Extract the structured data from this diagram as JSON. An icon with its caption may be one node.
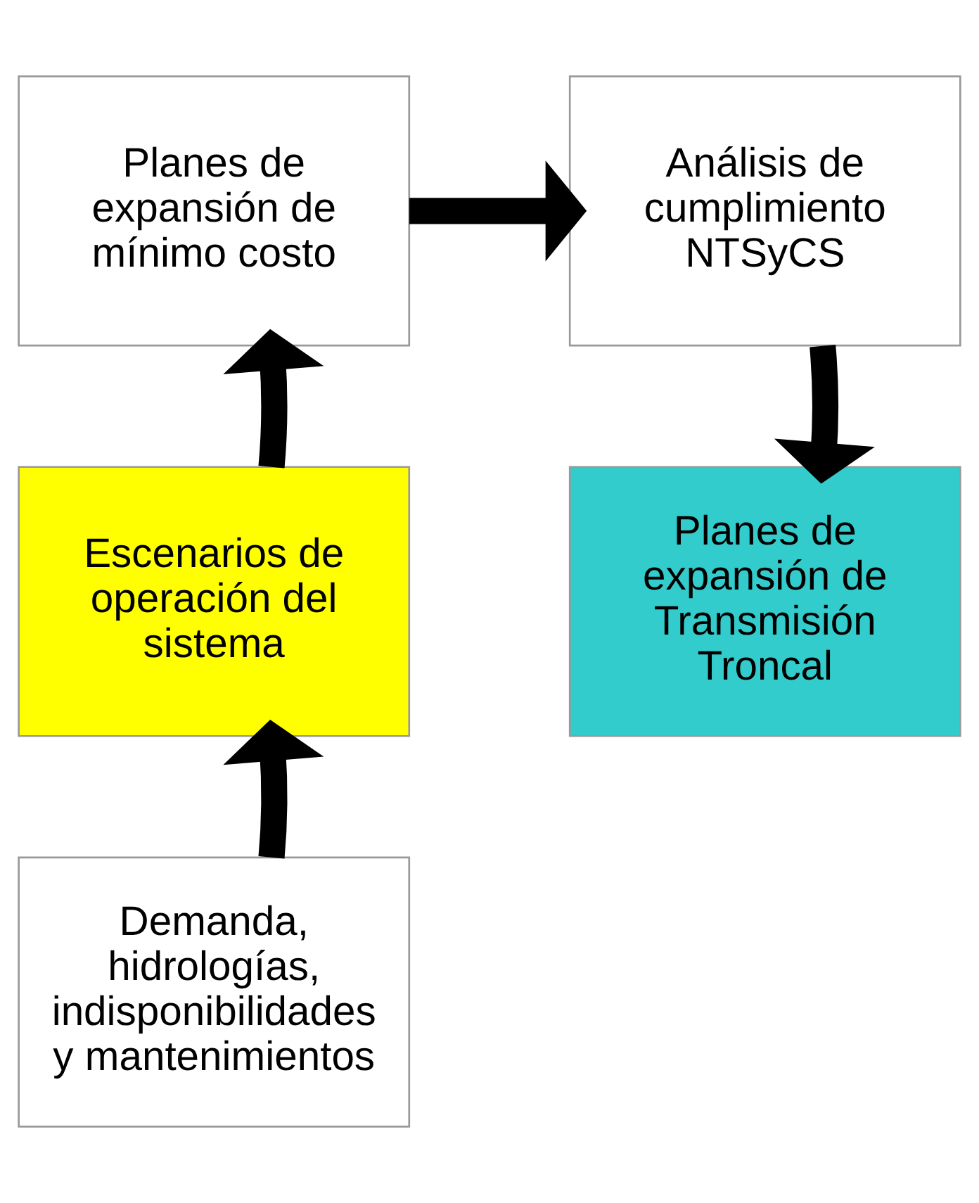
{
  "diagram": {
    "nodes": [
      {
        "text": [
          "Planes de expansión de mínimo costo"
        ]
      },
      {
        "text": [
          "Análisis de cumplimiento NTSyCS"
        ]
      },
      {
        "text": [
          "Escenarios de operación del sistema"
        ]
      },
      {
        "text": [
          "Planes de expansión de Transmisión Troncal"
        ]
      },
      {
        "text": [
          "Demanda, hidrologías, indisponibilidades y mantenimientos"
        ]
      }
    ],
    "edges": [
      {
        "from": 4,
        "to": 2,
        "arrow": "to"
      },
      {
        "from": 2,
        "to": 0,
        "arrow": "to"
      },
      {
        "from": 0,
        "to": 1,
        "arrow": "to"
      },
      {
        "from": 1,
        "to": 3,
        "arrow": "to"
      }
    ]
  }
}
